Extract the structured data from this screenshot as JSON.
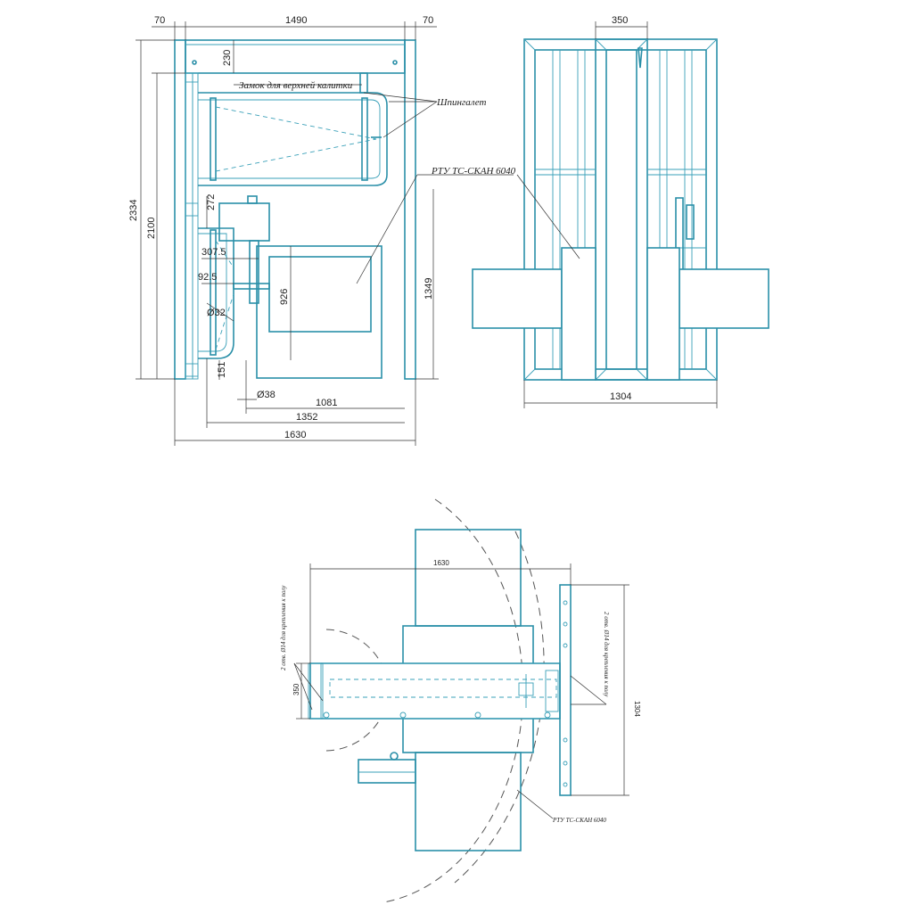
{
  "front_view": {
    "dims": {
      "left_margin": "70",
      "top_width": "1490",
      "right_margin": "70",
      "total_height": "2334",
      "inner_height": "2100",
      "top_beam": "230",
      "d272": "272",
      "d307": "307.5",
      "d92": "92.5",
      "diam32": "Ø32",
      "d151": "151",
      "diam38": "Ø38",
      "d926": "926",
      "d1349": "1349",
      "d1081": "1081",
      "d1352": "1352",
      "d1630": "1630"
    },
    "labels": {
      "lock": "Замок для верхней калитки",
      "latch": "Шпингалет",
      "scanner": "РТУ ТС-СКАН 6040"
    }
  },
  "side_view": {
    "dims": {
      "top": "350",
      "bottom": "1304"
    }
  },
  "plan_view": {
    "dims": {
      "width": "1630",
      "d350": "350",
      "d1304": "1304"
    },
    "labels": {
      "holes_left": "2 отв. Ø14 для крепления к полу",
      "holes_right": "2 отв. Ø14 для крепления к полу",
      "scanner": "РТУ ТС-СКАН 6040"
    }
  },
  "colors": {
    "line": "#2a8fa8",
    "dimension": "#333333"
  }
}
